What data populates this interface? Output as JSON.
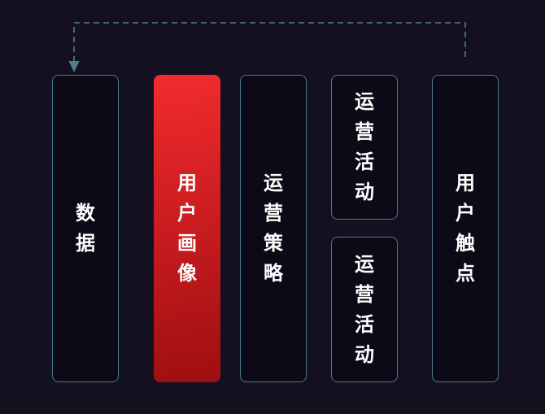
{
  "diagram": {
    "boxes": [
      {
        "id": "data",
        "label": "数据",
        "style": "outline"
      },
      {
        "id": "user-profile",
        "label": "用户画像",
        "style": "highlight"
      },
      {
        "id": "strategy",
        "label": "运营策略",
        "style": "outline"
      },
      {
        "id": "activity-top",
        "label": "运营活动",
        "style": "outline"
      },
      {
        "id": "activity-bottom",
        "label": "运营活动",
        "style": "outline"
      },
      {
        "id": "touchpoint",
        "label": "用户触点",
        "style": "outline"
      }
    ],
    "connector": {
      "type": "dashed-feedback-arrow",
      "from": "用户触点",
      "to": "数据",
      "color": "#4f7e97"
    },
    "colors": {
      "background": "#151020",
      "box_fill": "#0d0916",
      "box_border": "#477d8d",
      "highlight_top": "#f22c2e",
      "highlight_bottom": "#9e0f11",
      "text": "#ffffff"
    }
  }
}
